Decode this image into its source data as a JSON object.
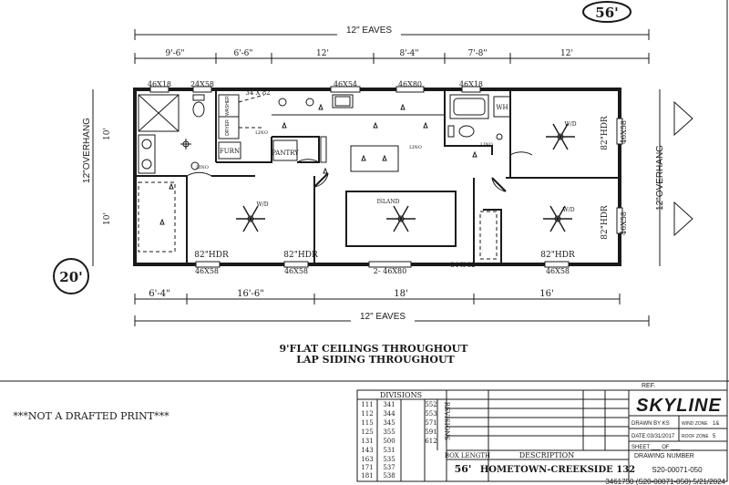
{
  "badges": {
    "length": "56'",
    "width": "20'"
  },
  "eaves": {
    "top": "12\" EAVES",
    "bottom": "12\" EAVES"
  },
  "overhang": {
    "left": "12\"OVERHANG",
    "right": "12\"OVERHANG",
    "left_dims": [
      "10'",
      "10'"
    ]
  },
  "dims_top": [
    "9'-6\"",
    "6'-6\"",
    "12'",
    "8'-4\"",
    "7'-8\"",
    "12'"
  ],
  "dims_bottom": [
    "6'-4\"",
    "16'-6\"",
    "18'",
    "16'"
  ],
  "windows_top": [
    "46X18",
    "24X58",
    "34 X 82",
    "46X54",
    "46X80",
    "46X18"
  ],
  "windows_bottom": [
    "46X58",
    "46X58",
    "2- 46X80",
    "34 X 82",
    "46X58"
  ],
  "windows_right": [
    "46X58",
    "46X58"
  ],
  "rooms": {
    "hdr": [
      "82\"HDR",
      "82\"HDR",
      "82\"HDR",
      "82\"HDR",
      "82\"HDR"
    ],
    "lino": [
      "LINO",
      "LINO",
      "LINO",
      "LINO"
    ],
    "wd": [
      "W/D",
      "W/D",
      "W/D"
    ],
    "washer": "WASHER",
    "dryer": "DRYER",
    "furn": "FURN",
    "pantry": "PANTRY",
    "wh": "WH",
    "island": "ISLAND"
  },
  "notes": [
    "9'FLAT CEILINGS THROUGHOUT",
    "LAP SIDING THROUGHOUT"
  ],
  "not_drafted": "***NOT A DRAFTED PRINT***",
  "title_block": {
    "divisions_header": "DIVISIONS",
    "divisions": [
      [
        "111",
        "341",
        "552"
      ],
      [
        "112",
        "344",
        "553"
      ],
      [
        "115",
        "345",
        "571"
      ],
      [
        "125",
        "355",
        "591"
      ],
      [
        "131",
        "500",
        "612"
      ],
      [
        "143",
        "531",
        ""
      ],
      [
        "163",
        "535",
        ""
      ],
      [
        "171",
        "537",
        ""
      ],
      [
        "181",
        "538",
        ""
      ]
    ],
    "revisions": "REVISIONS",
    "box_length_label": "BOX LENGTH",
    "box_length": "56'",
    "description_label": "DESCRIPTION",
    "description": "HOMETOWN-CREEKSIDE 132",
    "ref": "REF.",
    "logo": "SKYLINE",
    "drawn_by": "DRAWN BY KS",
    "wind_zone_label": "WIND ZONE",
    "wind_zone": "1&",
    "date": "DATE:03/31/2017",
    "roof_zone_label": "ROOF ZONE",
    "roof_zone": "5",
    "sheet": "SHEET ___ OF ___",
    "drawing_number_label": "DRAWING NUMBER",
    "drawing_number": "S20-00071-050",
    "footer": "3461750 (S20-00071-050) 5/21/2024"
  }
}
